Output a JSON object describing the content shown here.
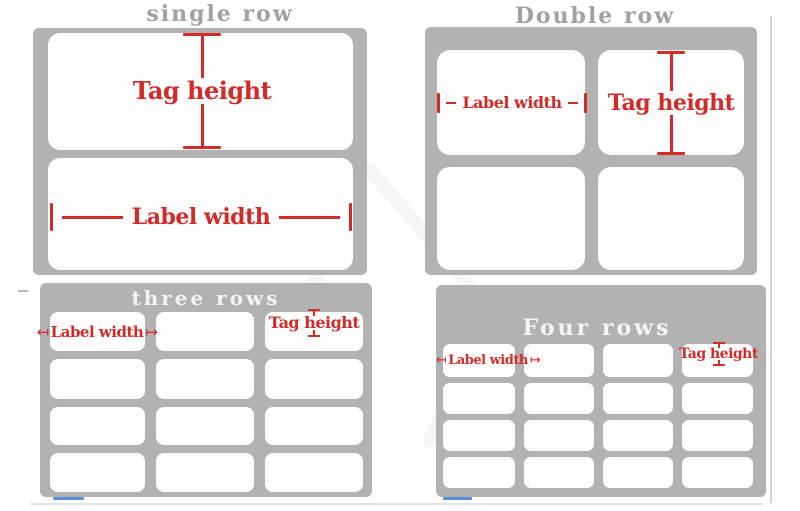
{
  "colors": {
    "panel_gray": "#b2b2b2",
    "cell_white": "#fdfdfd",
    "title_gray": "#a1a1a1",
    "title_white": "#f4f4f4",
    "measure_red": "#d32b28",
    "blue_mark": "#5b8ed8",
    "edge_line": "#d2d2d2",
    "baseline": "#e3e3e3",
    "dash": "#b8b8b8"
  },
  "panels": {
    "single_row": {
      "title": "single row",
      "tag_height_label": "Tag height",
      "label_width_label": "Label width",
      "grid": {
        "columns": 1,
        "rows": 2
      }
    },
    "double_row": {
      "title": "Double row",
      "tag_height_label": "Tag height",
      "label_width_label": "Label width",
      "grid": {
        "columns": 2,
        "rows": 2
      }
    },
    "three_rows": {
      "title": "three rows",
      "tag_height_label": "Tag height",
      "label_width_label": "Label width",
      "arrow_left": "↤",
      "arrow_right": "↦",
      "grid": {
        "columns": 3,
        "rows": 4
      }
    },
    "four_rows": {
      "title": "Four rows",
      "tag_height_label": "Tag height",
      "label_width_label": "Label width",
      "arrow_left": "↤",
      "arrow_right": "↦",
      "grid": {
        "columns": 4,
        "rows": 4
      }
    }
  }
}
